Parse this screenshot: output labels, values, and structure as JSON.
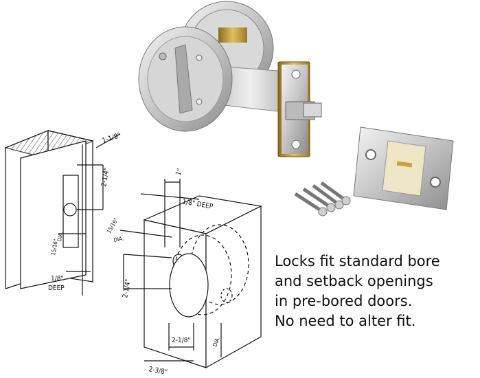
{
  "caption": {
    "lines": [
      "Locks fit standard bore",
      "and setback openings",
      "in pre-bored doors.",
      "No need to alter fit."
    ]
  },
  "diagram_edge": {
    "dim_1_1_8": "1-1/8\"",
    "dim_2_1_4": "2-1/4\"",
    "dim_15_16": "15/16\"",
    "dim_dia": "DIA.",
    "dim_1_8": "1/8\"",
    "dim_deep": "DEEP"
  },
  "diagram_face": {
    "dim_1": "1\"",
    "dim_1_8_deep": "1/8\" DEEP",
    "dim_15_16": "15/16\"",
    "dim_dia": "DIA.",
    "dim_2_1_4": "2-1/4\"",
    "dim_2_1_8": "2-1/8\"",
    "dim_dia2": "DIA.",
    "dim_2_3_8": "2-3/8\""
  },
  "colors": {
    "brushed_steel": "#c9c9c9",
    "brass": "#c8a23a",
    "strike_insert": "#efe6c8",
    "line": "#111111"
  }
}
